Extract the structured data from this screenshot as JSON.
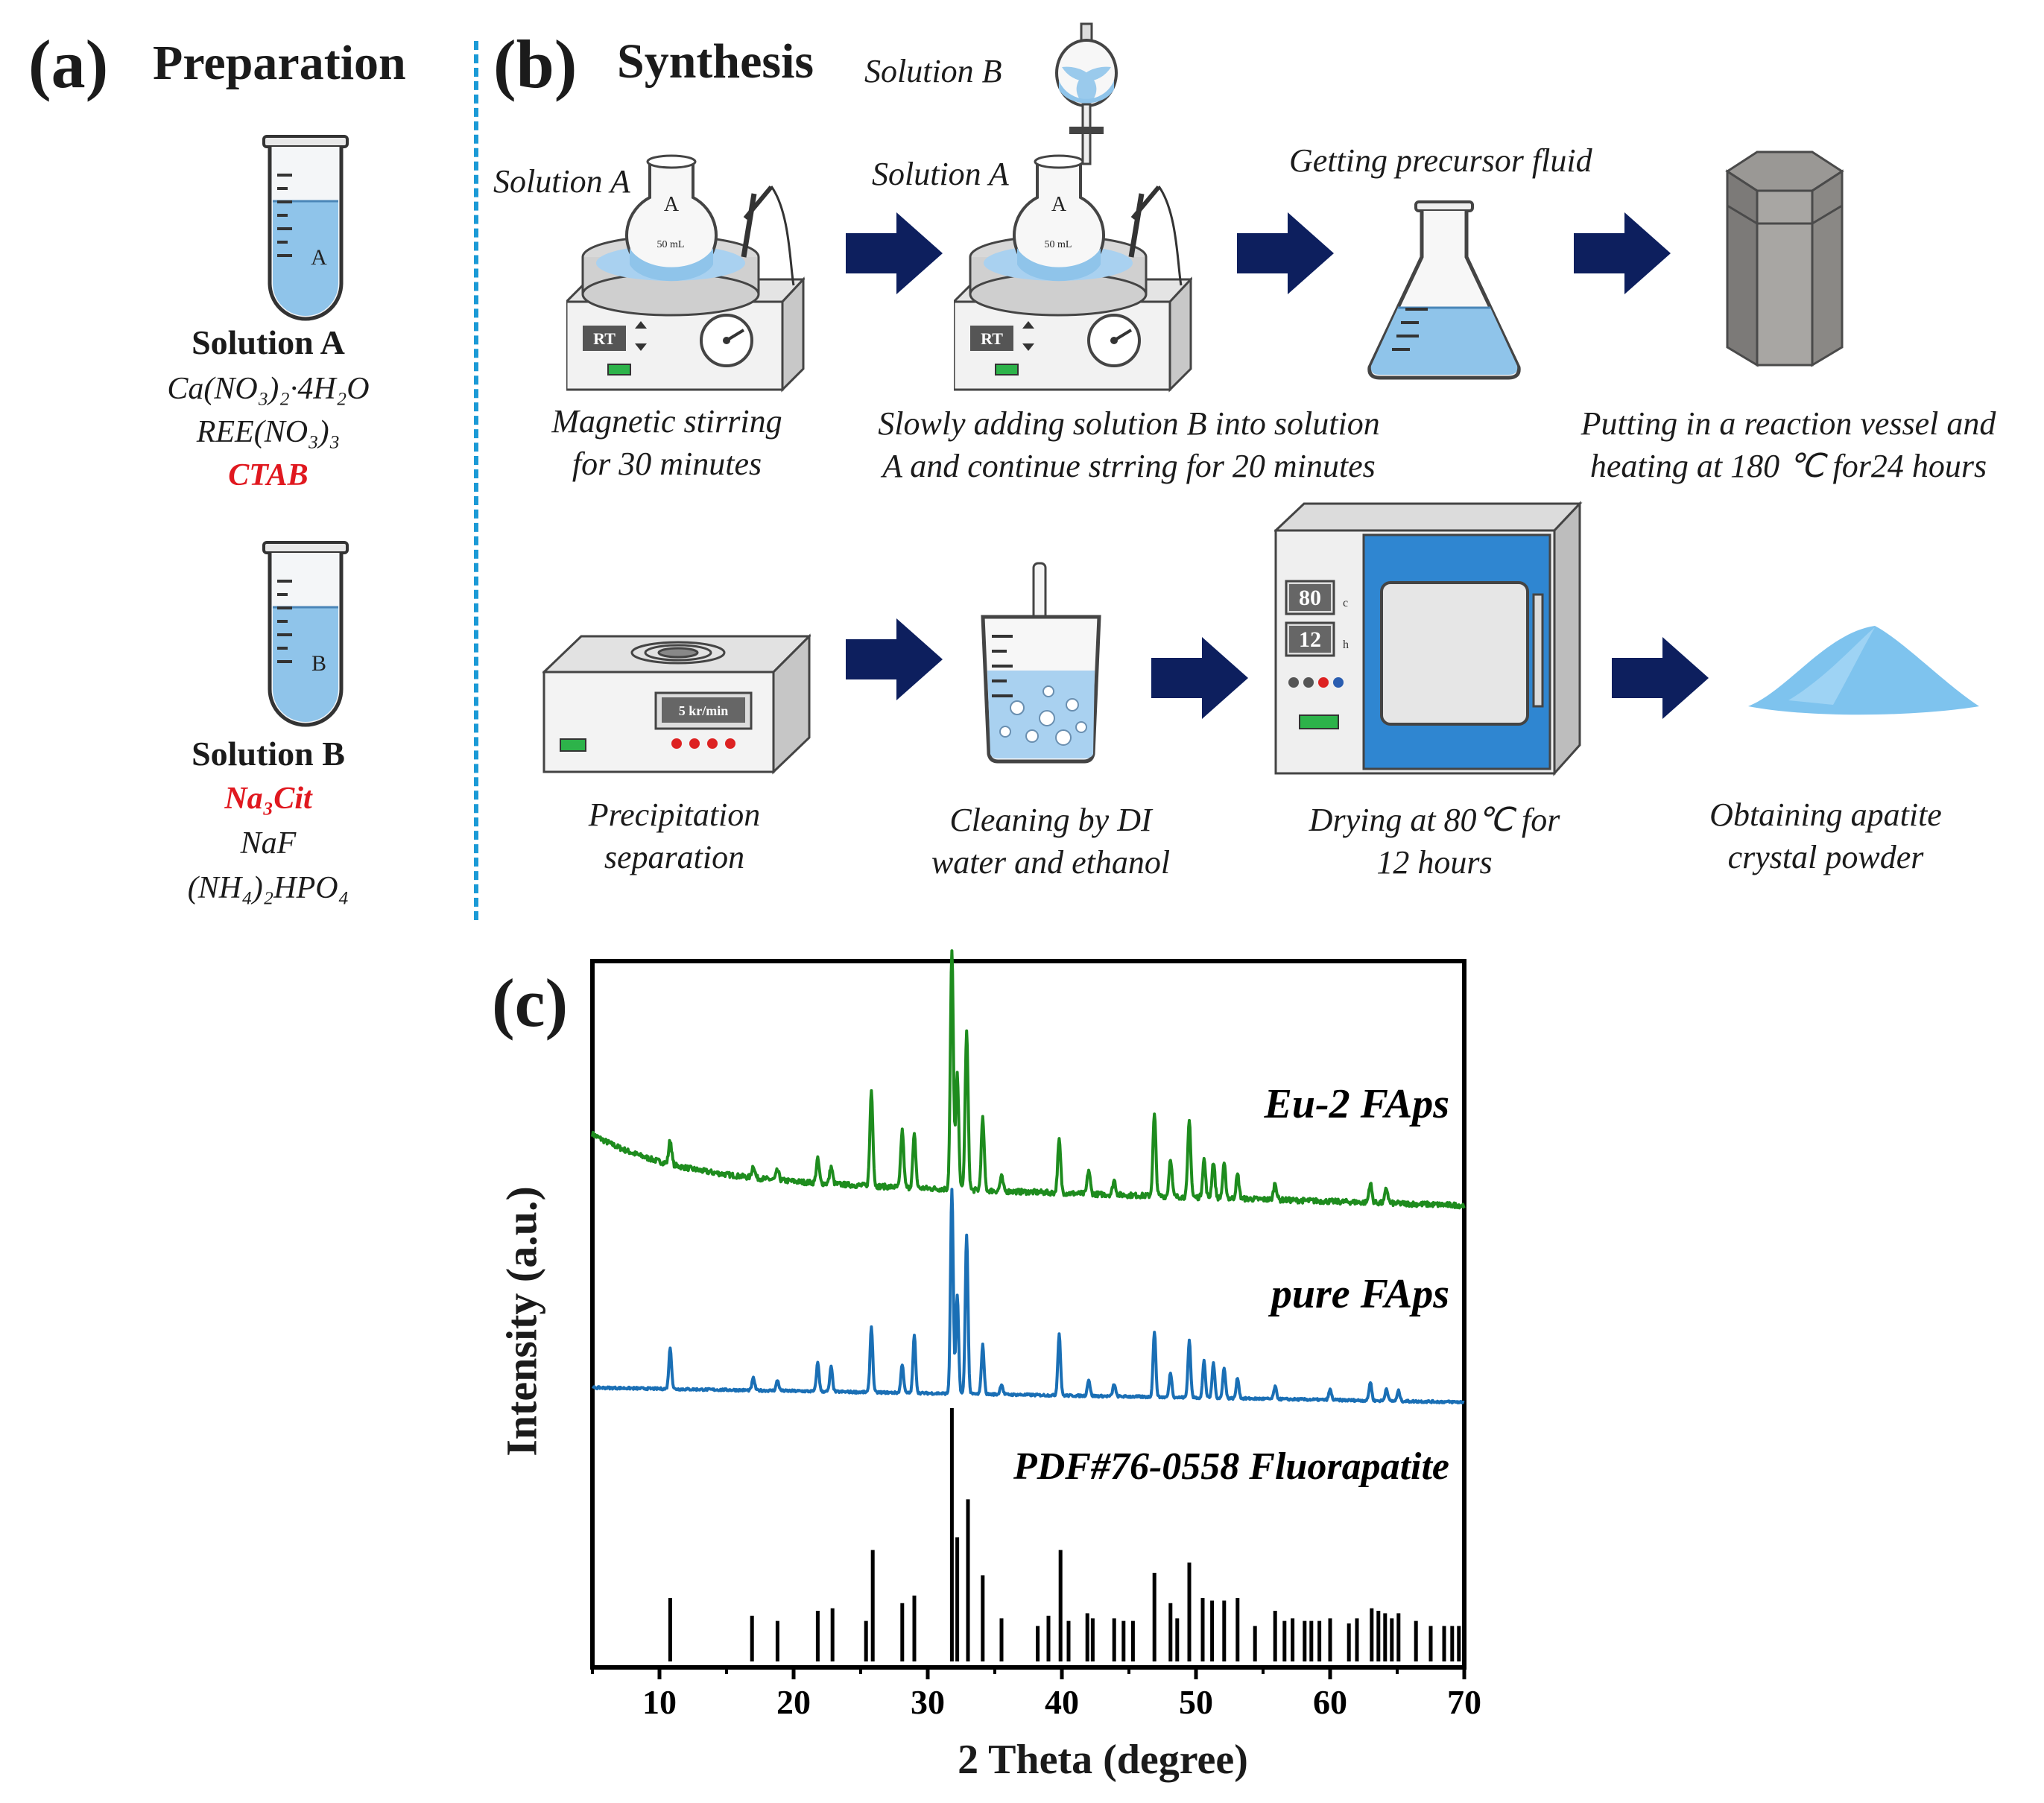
{
  "panel_a": {
    "letter": "(a)",
    "title": "Preparation",
    "solution_a": {
      "tube_label": "A",
      "name": "Solution A",
      "reagents": [
        "Ca(NO₃)₂·4H₂O",
        "REE(NO₃)₃",
        "CTAB"
      ]
    },
    "solution_b": {
      "tube_label": "B",
      "name": "Solution B",
      "reagents": [
        "Na₃Cit",
        "NaF",
        "(NH₄)₂HPO₄"
      ]
    },
    "highlight_color": "#e0181f"
  },
  "panel_b": {
    "letter": "(b)",
    "title": "Synthesis",
    "top_row": {
      "step1": {
        "flask_label": "Solution A",
        "caption": "Magnetic stirring\nfor 30 minutes",
        "display": "RT",
        "beaker_volume": "50 mL",
        "flask_letter": "A"
      },
      "step2": {
        "funnel_label": "Solution B",
        "flask_label": "Solution A",
        "caption": "Slowly adding solution B into solution\nA and continue strring for 20 minutes",
        "display": "RT",
        "beaker_volume": "50 mL",
        "flask_letter": "A"
      },
      "step3": {
        "label": "Getting precursor fluid"
      },
      "step4": {
        "caption": "Putting in a reaction vessel and\nheating at 180 ℃ for24 hours"
      }
    },
    "bottom_row": {
      "step5": {
        "caption": "Precipitation\nseparation",
        "display": "5 kr/min"
      },
      "step6": {
        "caption": "Cleaning by DI\nwater and ethanol"
      },
      "step7": {
        "caption": "Drying at 80℃ for\n12 hours",
        "temp_display": "80",
        "temp_unit": "c",
        "time_display": "12",
        "time_unit": "h"
      },
      "step8": {
        "caption": "Obtaining apatite\ncrystal powder"
      }
    },
    "arrow_color": "#0d1f5e",
    "liquid_color": "#8fc4ea",
    "divider_color": "#1b9ad6"
  },
  "panel_c": {
    "letter": "(c)",
    "chart_data": {
      "type": "line",
      "xlabel": "2 Theta (degree)",
      "ylabel": "Intensity (a.u.)",
      "xlim": [
        5,
        70
      ],
      "xticks": [
        10,
        20,
        30,
        40,
        50,
        60,
        70
      ],
      "series": [
        {
          "name": "Eu-2 FAps",
          "color": "#1e8c1e",
          "peaks": [
            [
              10.8,
              0.1
            ],
            [
              17.0,
              0.05
            ],
            [
              18.8,
              0.04
            ],
            [
              21.8,
              0.1
            ],
            [
              22.8,
              0.07
            ],
            [
              25.8,
              0.4
            ],
            [
              28.1,
              0.24
            ],
            [
              29.0,
              0.22
            ],
            [
              31.8,
              1.0
            ],
            [
              32.2,
              0.48
            ],
            [
              32.9,
              0.66
            ],
            [
              34.1,
              0.3
            ],
            [
              35.5,
              0.06
            ],
            [
              39.8,
              0.22
            ],
            [
              42.0,
              0.1
            ],
            [
              43.9,
              0.06
            ],
            [
              46.9,
              0.34
            ],
            [
              48.1,
              0.16
            ],
            [
              49.5,
              0.32
            ],
            [
              50.6,
              0.16
            ],
            [
              51.3,
              0.15
            ],
            [
              52.1,
              0.14
            ],
            [
              53.1,
              0.1
            ],
            [
              55.9,
              0.07
            ],
            [
              63.0,
              0.08
            ],
            [
              64.2,
              0.06
            ]
          ]
        },
        {
          "name": "pure FAps",
          "color": "#1a6fb5",
          "peaks": [
            [
              10.8,
              0.2
            ],
            [
              17.0,
              0.06
            ],
            [
              18.8,
              0.05
            ],
            [
              21.8,
              0.14
            ],
            [
              22.8,
              0.12
            ],
            [
              25.8,
              0.32
            ],
            [
              28.1,
              0.14
            ],
            [
              29.0,
              0.28
            ],
            [
              31.8,
              1.0
            ],
            [
              32.2,
              0.48
            ],
            [
              32.9,
              0.78
            ],
            [
              34.1,
              0.24
            ],
            [
              35.5,
              0.05
            ],
            [
              39.8,
              0.3
            ],
            [
              42.0,
              0.08
            ],
            [
              43.9,
              0.06
            ],
            [
              46.9,
              0.32
            ],
            [
              48.1,
              0.12
            ],
            [
              49.5,
              0.28
            ],
            [
              50.6,
              0.18
            ],
            [
              51.3,
              0.17
            ],
            [
              52.1,
              0.15
            ],
            [
              53.1,
              0.1
            ],
            [
              55.9,
              0.06
            ],
            [
              60.0,
              0.05
            ],
            [
              63.0,
              0.09
            ],
            [
              64.2,
              0.06
            ],
            [
              65.1,
              0.05
            ]
          ]
        },
        {
          "name": "PDF#76-0558 Fluorapatite",
          "color": "#000000",
          "type": "stick",
          "peaks": [
            [
              10.8,
              0.25
            ],
            [
              16.9,
              0.18
            ],
            [
              18.8,
              0.16
            ],
            [
              21.8,
              0.2
            ],
            [
              22.9,
              0.21
            ],
            [
              25.4,
              0.16
            ],
            [
              25.9,
              0.44
            ],
            [
              28.1,
              0.23
            ],
            [
              29.0,
              0.26
            ],
            [
              31.8,
              1.0
            ],
            [
              32.2,
              0.49
            ],
            [
              33.0,
              0.64
            ],
            [
              34.1,
              0.34
            ],
            [
              35.5,
              0.17
            ],
            [
              38.2,
              0.14
            ],
            [
              39.0,
              0.18
            ],
            [
              39.9,
              0.44
            ],
            [
              40.5,
              0.16
            ],
            [
              41.9,
              0.19
            ],
            [
              42.3,
              0.17
            ],
            [
              43.9,
              0.17
            ],
            [
              44.6,
              0.16
            ],
            [
              45.3,
              0.16
            ],
            [
              46.9,
              0.35
            ],
            [
              48.1,
              0.23
            ],
            [
              48.6,
              0.17
            ],
            [
              49.5,
              0.39
            ],
            [
              50.5,
              0.25
            ],
            [
              51.2,
              0.24
            ],
            [
              52.1,
              0.24
            ],
            [
              53.1,
              0.25
            ],
            [
              54.4,
              0.14
            ],
            [
              55.9,
              0.2
            ],
            [
              56.6,
              0.16
            ],
            [
              57.2,
              0.17
            ],
            [
              58.1,
              0.16
            ],
            [
              58.6,
              0.16
            ],
            [
              59.2,
              0.16
            ],
            [
              60.0,
              0.17
            ],
            [
              61.4,
              0.15
            ],
            [
              62.0,
              0.17
            ],
            [
              63.1,
              0.21
            ],
            [
              63.6,
              0.2
            ],
            [
              64.1,
              0.19
            ],
            [
              64.6,
              0.17
            ],
            [
              65.1,
              0.19
            ],
            [
              66.4,
              0.16
            ],
            [
              67.5,
              0.14
            ],
            [
              68.5,
              0.14
            ],
            [
              69.1,
              0.14
            ],
            [
              69.6,
              0.14
            ]
          ]
        }
      ]
    }
  }
}
